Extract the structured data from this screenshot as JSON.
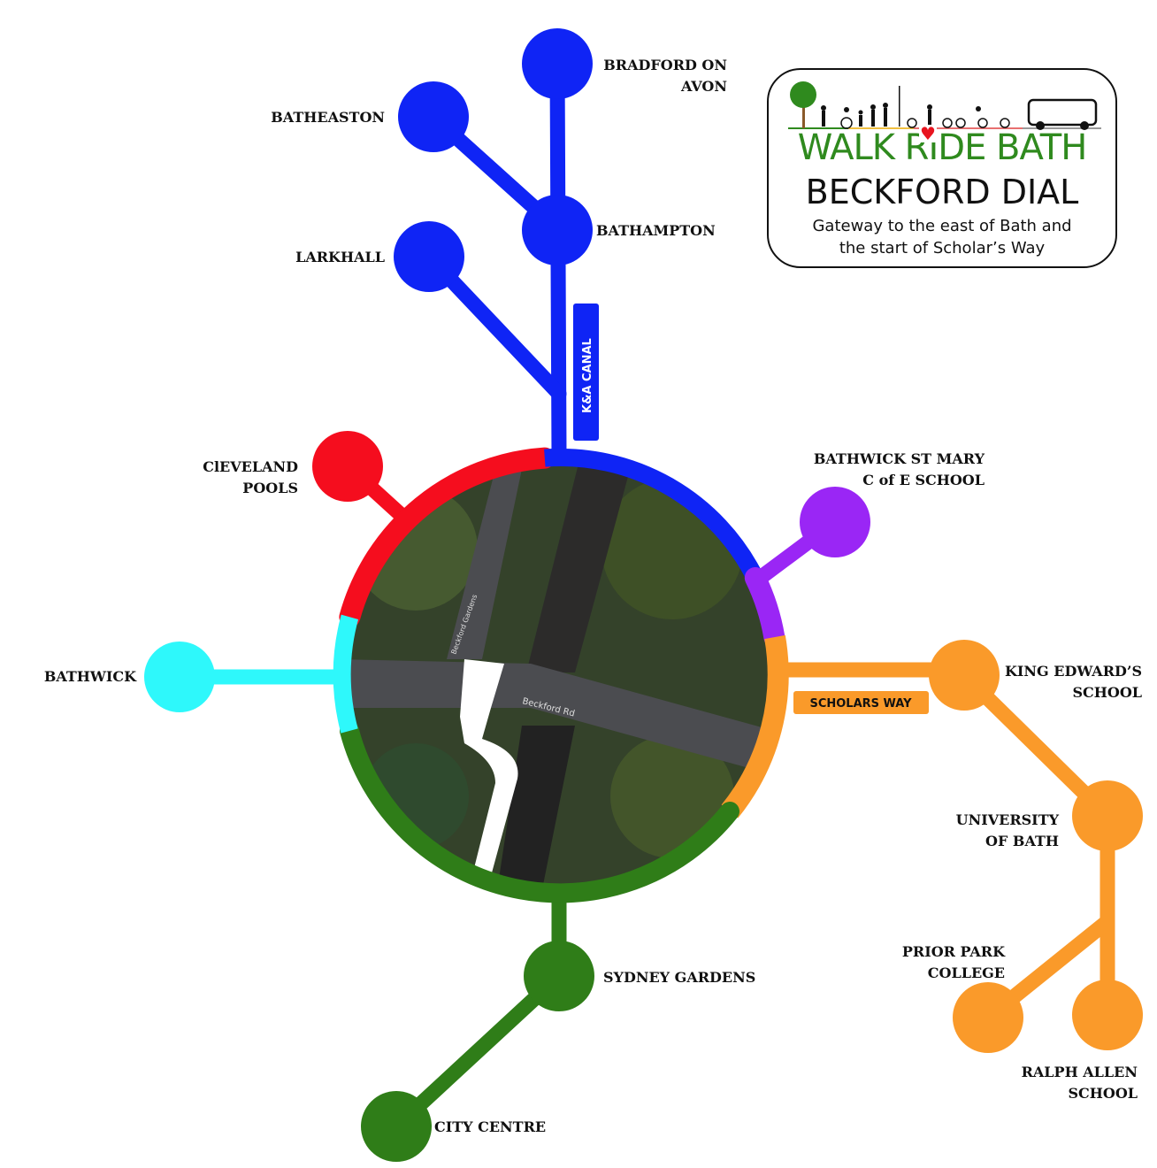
{
  "title": {
    "brand": "WALK RIDE BATH",
    "brand_before_heart": "WALK R",
    "brand_after_heart": "DE BATH",
    "heading": "BECKFORD DIAL",
    "subtitle_line1": "Gateway to the east of Bath and",
    "subtitle_line2": "the start of Scholar’s Way"
  },
  "colors": {
    "blue": "#0f24f5",
    "red": "#f50d1e",
    "purple": "#9a26f5",
    "cyan": "#2ef8fb",
    "orange": "#fa9a2a",
    "green": "#2f7d18"
  },
  "route_labels": {
    "canal": "K&A CANAL",
    "scholars_way": "SCHOLARS WAY"
  },
  "map_labels": {
    "road1": "Beckford Rd",
    "road2": "Beckford Gardens"
  },
  "stations": {
    "bradford_l1": "BRADFORD ON",
    "bradford_l2": "AVON",
    "batheaston": "BATHEASTON",
    "bathampton": "BATHAMPTON",
    "larkhall": "LARKHALL",
    "cleveland_l1": "ClEVELAND",
    "cleveland_l2": "POOLS",
    "bathwick_st_mary_l1": "BATHWICK ST MARY",
    "bathwick_st_mary_l2": "C of E SCHOOL",
    "bathwick": "BATHWICK",
    "king_edwards_l1": "KING EDWARD’S",
    "king_edwards_l2": "SCHOOL",
    "university_l1": "UNIVERSITY",
    "university_l2": "OF BATH",
    "prior_park_l1": "PRIOR PARK",
    "prior_park_l2": "COLLEGE",
    "ralph_allen_l1": "RALPH ALLEN",
    "ralph_allen_l2": "SCHOOL",
    "sydney_gardens": "SYDNEY GARDENS",
    "city_centre": "CITY CENTRE"
  }
}
